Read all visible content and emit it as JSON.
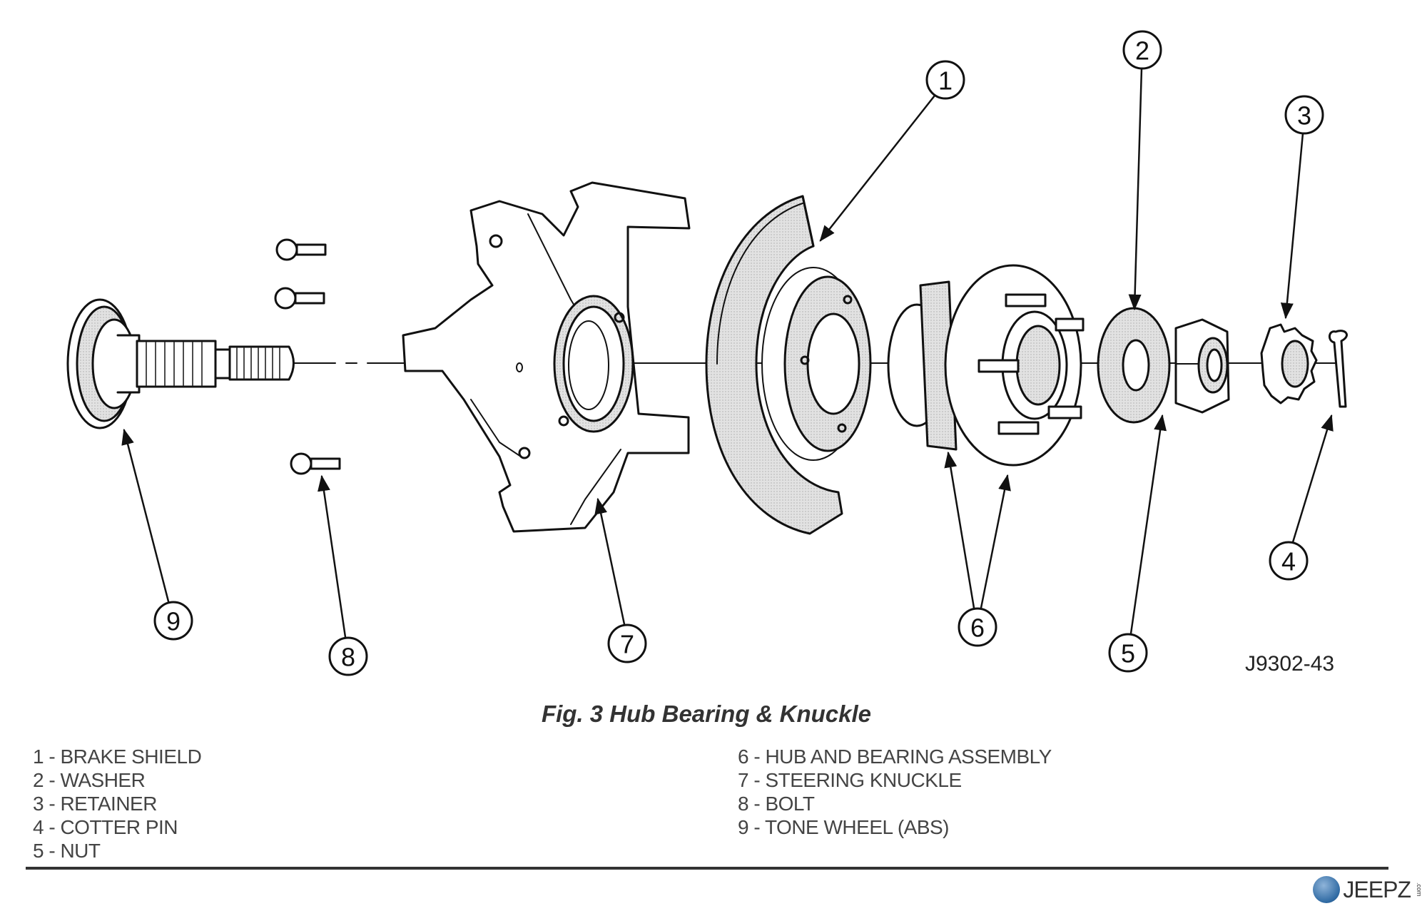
{
  "figure": {
    "caption": "Fig. 3 Hub Bearing & Knuckle",
    "reference_code": "J9302-43"
  },
  "callouts": [
    "1",
    "2",
    "3",
    "4",
    "5",
    "6",
    "7",
    "8",
    "9"
  ],
  "legend": {
    "left": [
      "1 - BRAKE SHIELD",
      "2 - WASHER",
      "3 - RETAINER",
      "4 - COTTER PIN",
      "5 - NUT"
    ],
    "right": [
      "6 - HUB AND BEARING ASSEMBLY",
      "7 - STEERING KNUCKLE",
      "8 - BOLT",
      "9 - TONE WHEEL (ABS)"
    ]
  },
  "watermark": {
    "text": "JEEPZ",
    "suffix": ".com",
    "badge_color": "#2f6aa3"
  }
}
